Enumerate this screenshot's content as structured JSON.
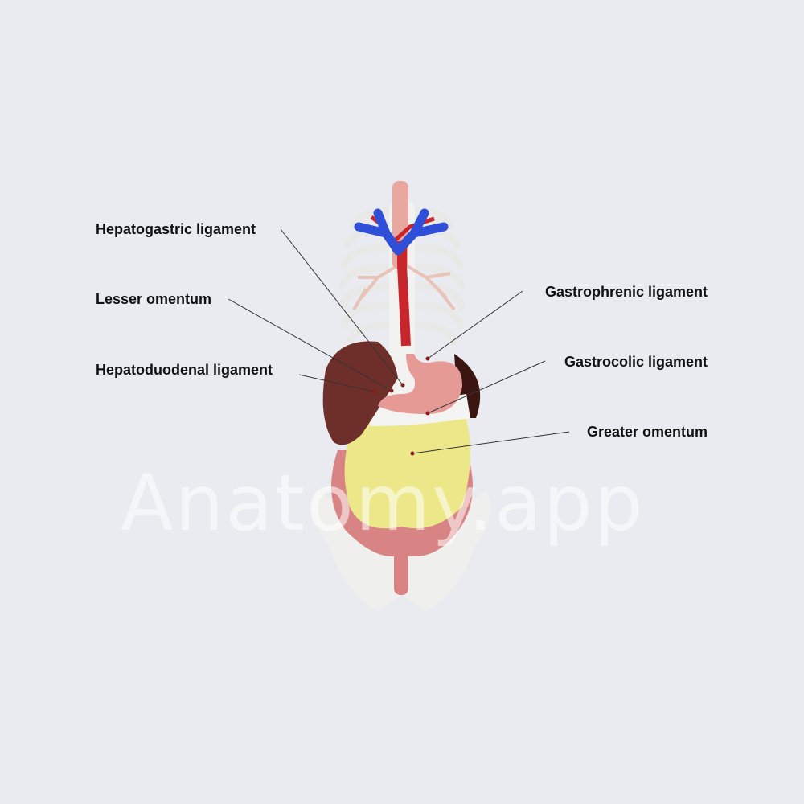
{
  "watermark": "Anatomy.app",
  "colors": {
    "background": "#e9ebf0",
    "liver": "#6e2f2a",
    "stomach": "#e59a95",
    "omentum": "#ece88a",
    "vein": "#2f4fd8",
    "artery": "#c8262a",
    "bone": "#f0f0ee",
    "intestine": "#d98484",
    "pointer": "#8b1a1a",
    "line": "#333333"
  },
  "labels": [
    {
      "id": "hepatogastric",
      "text": "Hepatogastric ligament",
      "side": "left"
    },
    {
      "id": "lesser-omentum",
      "text": "Lesser omentum",
      "side": "left"
    },
    {
      "id": "hepatoduodenal",
      "text": "Hepatoduodenal ligament",
      "side": "left"
    },
    {
      "id": "gastrophrenic",
      "text": "Gastrophrenic ligament",
      "side": "right"
    },
    {
      "id": "gastrocolic",
      "text": "Gastrocolic ligament",
      "side": "right"
    },
    {
      "id": "greater-omentum",
      "text": "Greater omentum",
      "side": "right"
    }
  ]
}
